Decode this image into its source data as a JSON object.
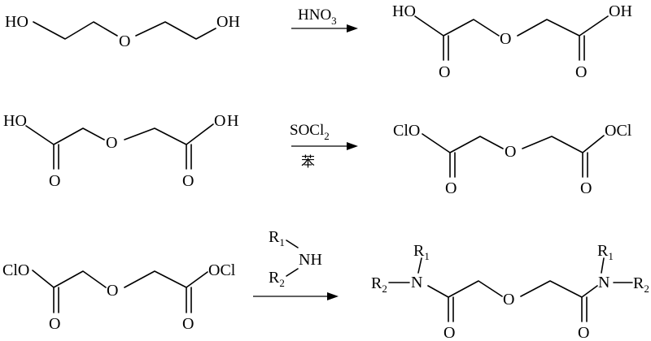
{
  "atoms": {
    "ho": "HO",
    "oh": "OH",
    "o": "O",
    "h": "H",
    "clo": "ClO",
    "ocl": "OCl",
    "n": "N",
    "nh": "NH",
    "r": "R",
    "r1_sub": "1",
    "r2_sub": "2"
  },
  "reactions": [
    {
      "reagent_main": "HNO",
      "reagent_sub": "3",
      "reagent_below": ""
    },
    {
      "reagent_main": "SOCl",
      "reagent_sub": "2",
      "reagent_below": "苯"
    },
    {
      "reagent_main": "",
      "reagent_sub": "",
      "reagent_below": ""
    }
  ]
}
